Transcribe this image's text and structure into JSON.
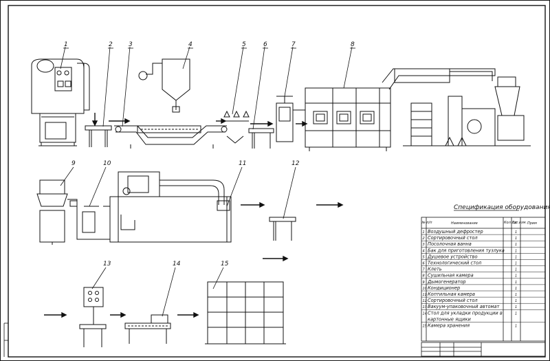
{
  "drawing": {
    "callouts": [
      "1",
      "2",
      "3",
      "4",
      "5",
      "6",
      "7",
      "8",
      "9",
      "10",
      "11",
      "12",
      "13",
      "14",
      "15"
    ],
    "spec_title": "Спецификация оборудования",
    "spec_headers": {
      "num": "№ п/п",
      "name": "Наименование",
      "qty": "Кол. шт.",
      "unit": "Ед. изм.",
      "note": "Прим"
    },
    "spec_rows": [
      {
        "n": "1",
        "name": "Воздушный дефростер",
        "q": "1"
      },
      {
        "n": "2",
        "name": "Сортировочный стол",
        "q": "1"
      },
      {
        "n": "3",
        "name": "Посолочная ванна",
        "q": "1"
      },
      {
        "n": "4",
        "name": "Бак для приготовления тузлука",
        "q": "1"
      },
      {
        "n": "5",
        "name": "Душевое устройство",
        "q": "1"
      },
      {
        "n": "6",
        "name": "Технологический стол",
        "q": "1"
      },
      {
        "n": "7",
        "name": "Клеть",
        "q": "1"
      },
      {
        "n": "8",
        "name": "Сушильная камера",
        "q": "1"
      },
      {
        "n": "9",
        "name": "Дымогенератор",
        "q": "1"
      },
      {
        "n": "10",
        "name": "Кондиционер",
        "q": "1"
      },
      {
        "n": "11",
        "name": "Коптильная камера",
        "q": "1"
      },
      {
        "n": "12",
        "name": "Сортировочный стол",
        "q": "1"
      },
      {
        "n": "13",
        "name": "Вакуум-упаковочный автомат",
        "q": "1"
      },
      {
        "n": "14",
        "name": "Стол для укладки продукции в картонные ящики",
        "q": "1"
      },
      {
        "n": "15",
        "name": "Камера хранения",
        "q": "1"
      }
    ]
  }
}
